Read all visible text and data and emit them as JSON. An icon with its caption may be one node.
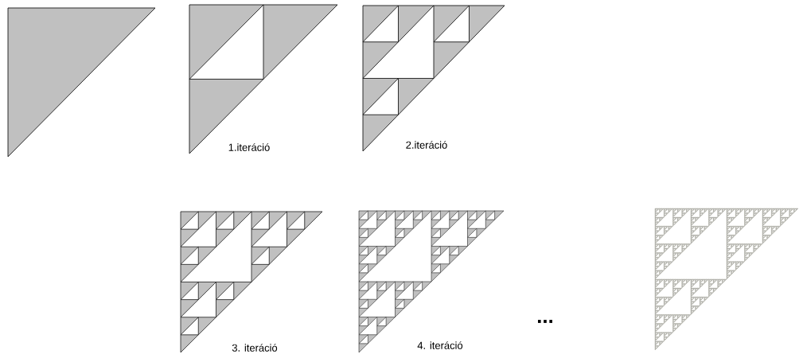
{
  "diagram": {
    "labels": [
      "1.iteráció",
      "2.iteráció",
      "3. iteráció",
      "4. iteráció",
      "..."
    ]
  }
}
